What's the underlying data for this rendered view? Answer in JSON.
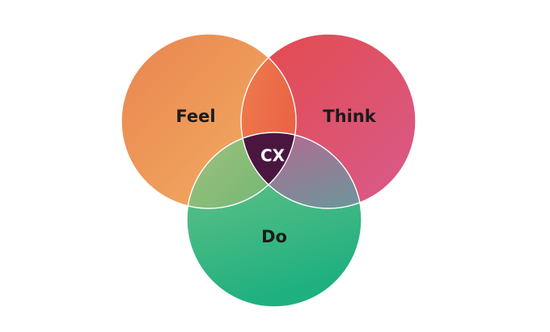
{
  "diagram": {
    "type": "venn",
    "sets": [
      {
        "label": "Feel",
        "colors": [
          "#e98550",
          "#f4b063"
        ]
      },
      {
        "label": "Think",
        "colors": [
          "#e44a4a",
          "#d85b8d"
        ]
      },
      {
        "label": "Do",
        "colors": [
          "#74c489",
          "#1fb07f"
        ]
      }
    ],
    "center": {
      "label": "CX",
      "color": "#4a1640"
    },
    "pairwise_overlaps": {
      "feel_think": [
        "#ef7d4c",
        "#e13a3a"
      ],
      "feel_do": [
        "#a3c07c",
        "#38ae6f"
      ],
      "think_do": [
        "#c65e8e",
        "#3eb2a1"
      ]
    },
    "outline_color": "#ffffff"
  }
}
